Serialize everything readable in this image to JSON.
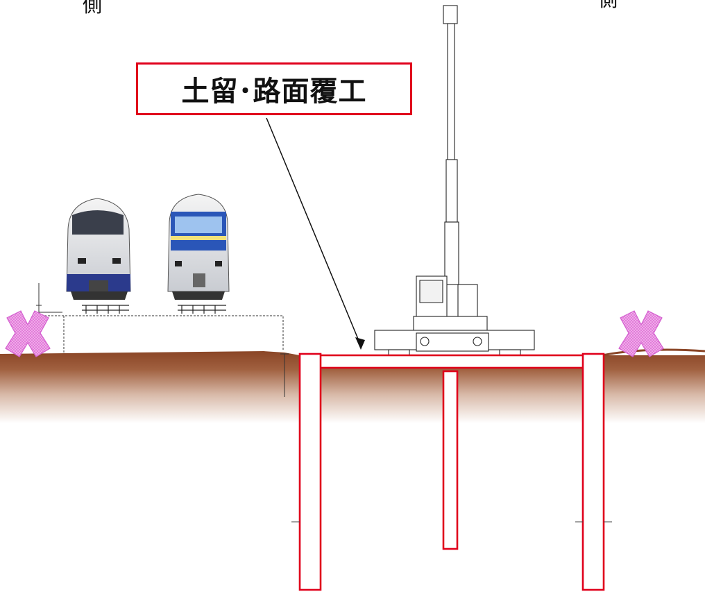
{
  "labels": {
    "left_side": "側",
    "right_side": "側",
    "callout": "土留･路面覆工"
  },
  "colors": {
    "retaining_outline": "#e0001b",
    "ground_top": "#8a4526",
    "ground_fade": "#ffffff",
    "prohibit_mark": "#e98be0",
    "line": "#222222"
  },
  "icons": {
    "left_mark": "prohibited-cross-icon",
    "right_mark": "prohibited-cross-icon",
    "crane": "crane-icon",
    "train_left": "train-front-icon",
    "train_right": "train-front-icon"
  }
}
